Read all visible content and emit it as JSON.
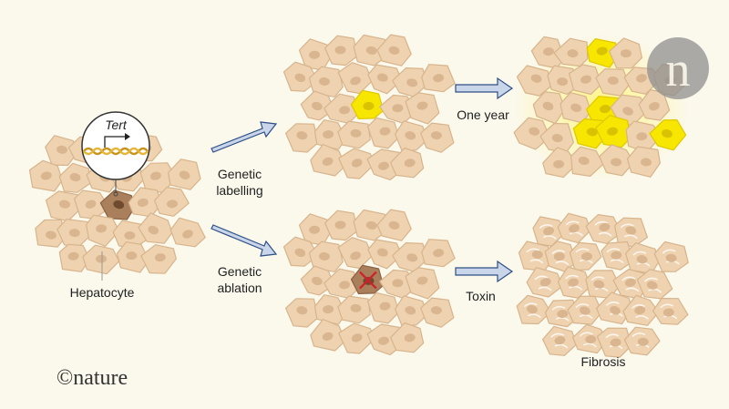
{
  "labels": {
    "tert": "Tert",
    "hepatocyte": "Hepatocyte",
    "genetic_labelling": [
      "Genetic",
      "labelling"
    ],
    "genetic_ablation": [
      "Genetic",
      "ablation"
    ],
    "one_year": "One year",
    "toxin": "Toxin",
    "fibrosis": "Fibrosis"
  },
  "logo": {
    "text": "©nature",
    "watermark": "n"
  },
  "colors": {
    "background": "#fbf8ec",
    "cell": "#efd3b0",
    "cell_stroke": "#d7b48c",
    "nucleus": "#d9b590",
    "tert_cell": "#a97f5c",
    "labelled": "#f6e600",
    "arrow": "#c9d6ea",
    "arrow_stroke": "#2f4f86",
    "ablation_x": "#d0202a"
  }
}
